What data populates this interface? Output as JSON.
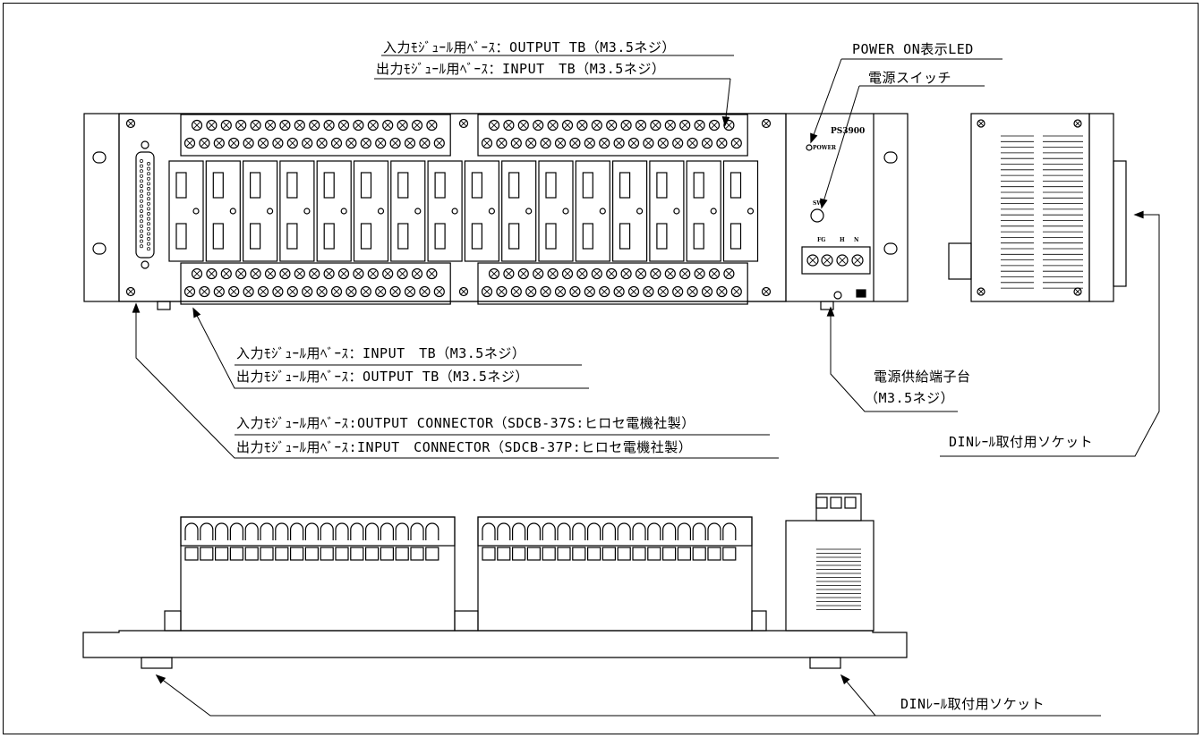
{
  "callouts": {
    "top_tb_line1": "入力ﾓｼﾞｭｰﾙ用ﾍﾞｰｽ：OUTPUT TB（M3.5ネジ）",
    "top_tb_line2": "出力ﾓｼﾞｭｰﾙ用ﾍﾞｰｽ：INPUT　TB（M3.5ネジ）",
    "power_led": "POWER ON表示LED",
    "power_switch": "電源スイッチ",
    "bottom_tb_line1": "入力ﾓｼﾞｭｰﾙ用ﾍﾞｰｽ：INPUT　TB（M3.5ネジ）",
    "bottom_tb_line2": "出力ﾓｼﾞｭｰﾙ用ﾍﾞｰｽ：OUTPUT TB（M3.5ネジ）",
    "power_terminal_line1": "電源供給端子台",
    "power_terminal_line2": "（M3.5ネジ）",
    "connector_line1": "入力ﾓｼﾞｭｰﾙ用ﾍﾞｰｽ:OUTPUT CONNECTOR（SDCB-37S:ヒロセ電機社製）",
    "connector_line2": "出力ﾓｼﾞｭｰﾙ用ﾍﾞｰｽ:INPUT　CONNECTOR（SDCB-37P:ヒロセ電機社製）",
    "din_socket_side": "DINﾚｰﾙ取付用ソケット",
    "din_socket_bottom": "DINﾚｰﾙ取付用ソケット"
  },
  "panel_marks": {
    "model": "PS3900",
    "power": "POWER",
    "sw": "SW",
    "fg": "FG",
    "h": "H",
    "n": "N"
  },
  "colors": {
    "line": "#000000",
    "background": "#ffffff"
  }
}
